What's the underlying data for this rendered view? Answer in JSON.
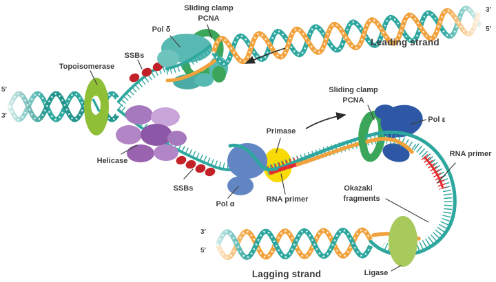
{
  "labels": {
    "sliding_clamp_1": "Sliding clamp",
    "pcna_1": "PCNA",
    "pol_delta": "Pol δ",
    "ssbs_top": "SSBs",
    "topoisomerase": "Topoisomerase",
    "left_5": "5′",
    "left_3": "3′",
    "right_3": "3′",
    "right_5": "5′",
    "leading_strand": "Leading strand",
    "helicase": "Helicase",
    "ssbs_bottom": "SSBs",
    "pol_alpha": "Pol α",
    "primase": "Primase",
    "rna_primer_left": "RNA primer",
    "sliding_clamp_2": "Sliding clamp",
    "pcna_2": "PCNA",
    "pol_epsilon": "Pol ε",
    "rna_primer_right": "RNA primer",
    "okazaki_1": "Okazaki",
    "okazaki_2": "fragments",
    "ligase": "Ligase",
    "bottom_3": "3′",
    "bottom_5": "5′",
    "lagging_strand": "Lagging strand"
  },
  "colors": {
    "teal": "#2ea79f",
    "teal_dark": "#23958e",
    "orange": "#f2a23d",
    "green_clamp": "#3ba65a",
    "topo_green": "#8fbe37",
    "ligase_green": "#a8c95c",
    "ssb_red": "#c22127",
    "primer_red": "#e62a2d",
    "primase_yellow": "#f8da05",
    "pol_alpha_blue": "#6286c4",
    "pol_epsilon_blue": "#2e57a6",
    "pol_delta_teal": "#58b8b2",
    "helicase_light": "#c7a5d8",
    "helicase_mid": "#a678bd",
    "helicase_mid2": "#b285c7",
    "helicase_dark": "#8c57a6",
    "label_text": "#3d3d3d"
  }
}
